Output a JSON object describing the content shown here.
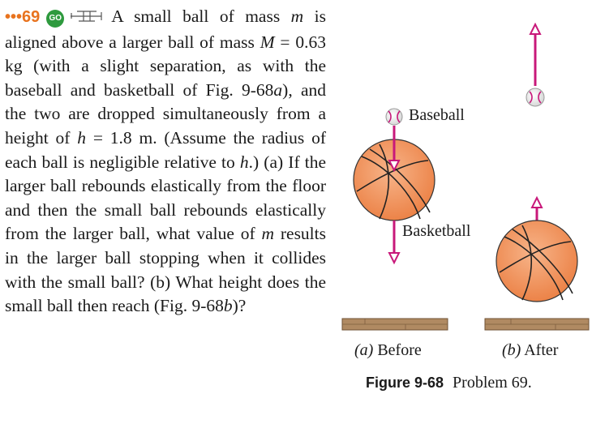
{
  "problem": {
    "number": "•••69",
    "go_badge": "GO",
    "icons": {
      "difficulty": "three-dot-icon",
      "go": "go-badge-icon",
      "flight": "biplane-icon"
    },
    "text_1": "A small ball of mass ",
    "var_m": "m",
    "text_2": " is aligned above a larger ball of mass ",
    "var_M": "M",
    "text_3": " = 0.63 kg (with a slight separation, as with the baseball and basketball of Fig. 9-68",
    "fig_a": "a",
    "text_4": "), and the two are dropped simultaneously from a height of ",
    "var_h": "h",
    "text_5": " = 1.8 m. (Assume the radius of each ball is negligible relative to ",
    "var_h2": "h",
    "text_6": ".) (a) If the larger ball rebounds elastically from the floor and then the small ball rebounds elastically from the larger ball, what value of ",
    "var_m2": "m",
    "text_7": " results in the larger ball stopping when it collides with the small ball? (b) What height does the small ball then reach (Fig. 9-68",
    "fig_b": "b",
    "text_8": ")?"
  },
  "figure": {
    "label_baseball": "Baseball",
    "label_basketball": "Basketball",
    "caption_before_letter": "(a)",
    "caption_before": "Before",
    "caption_after_letter": "(b)",
    "caption_after": "After",
    "figure_number": "Figure 9-68",
    "figure_title": "Problem 69.",
    "colors": {
      "arrow": "#c8187a",
      "ball": "#f0955a",
      "floor": "#a57c55"
    }
  }
}
